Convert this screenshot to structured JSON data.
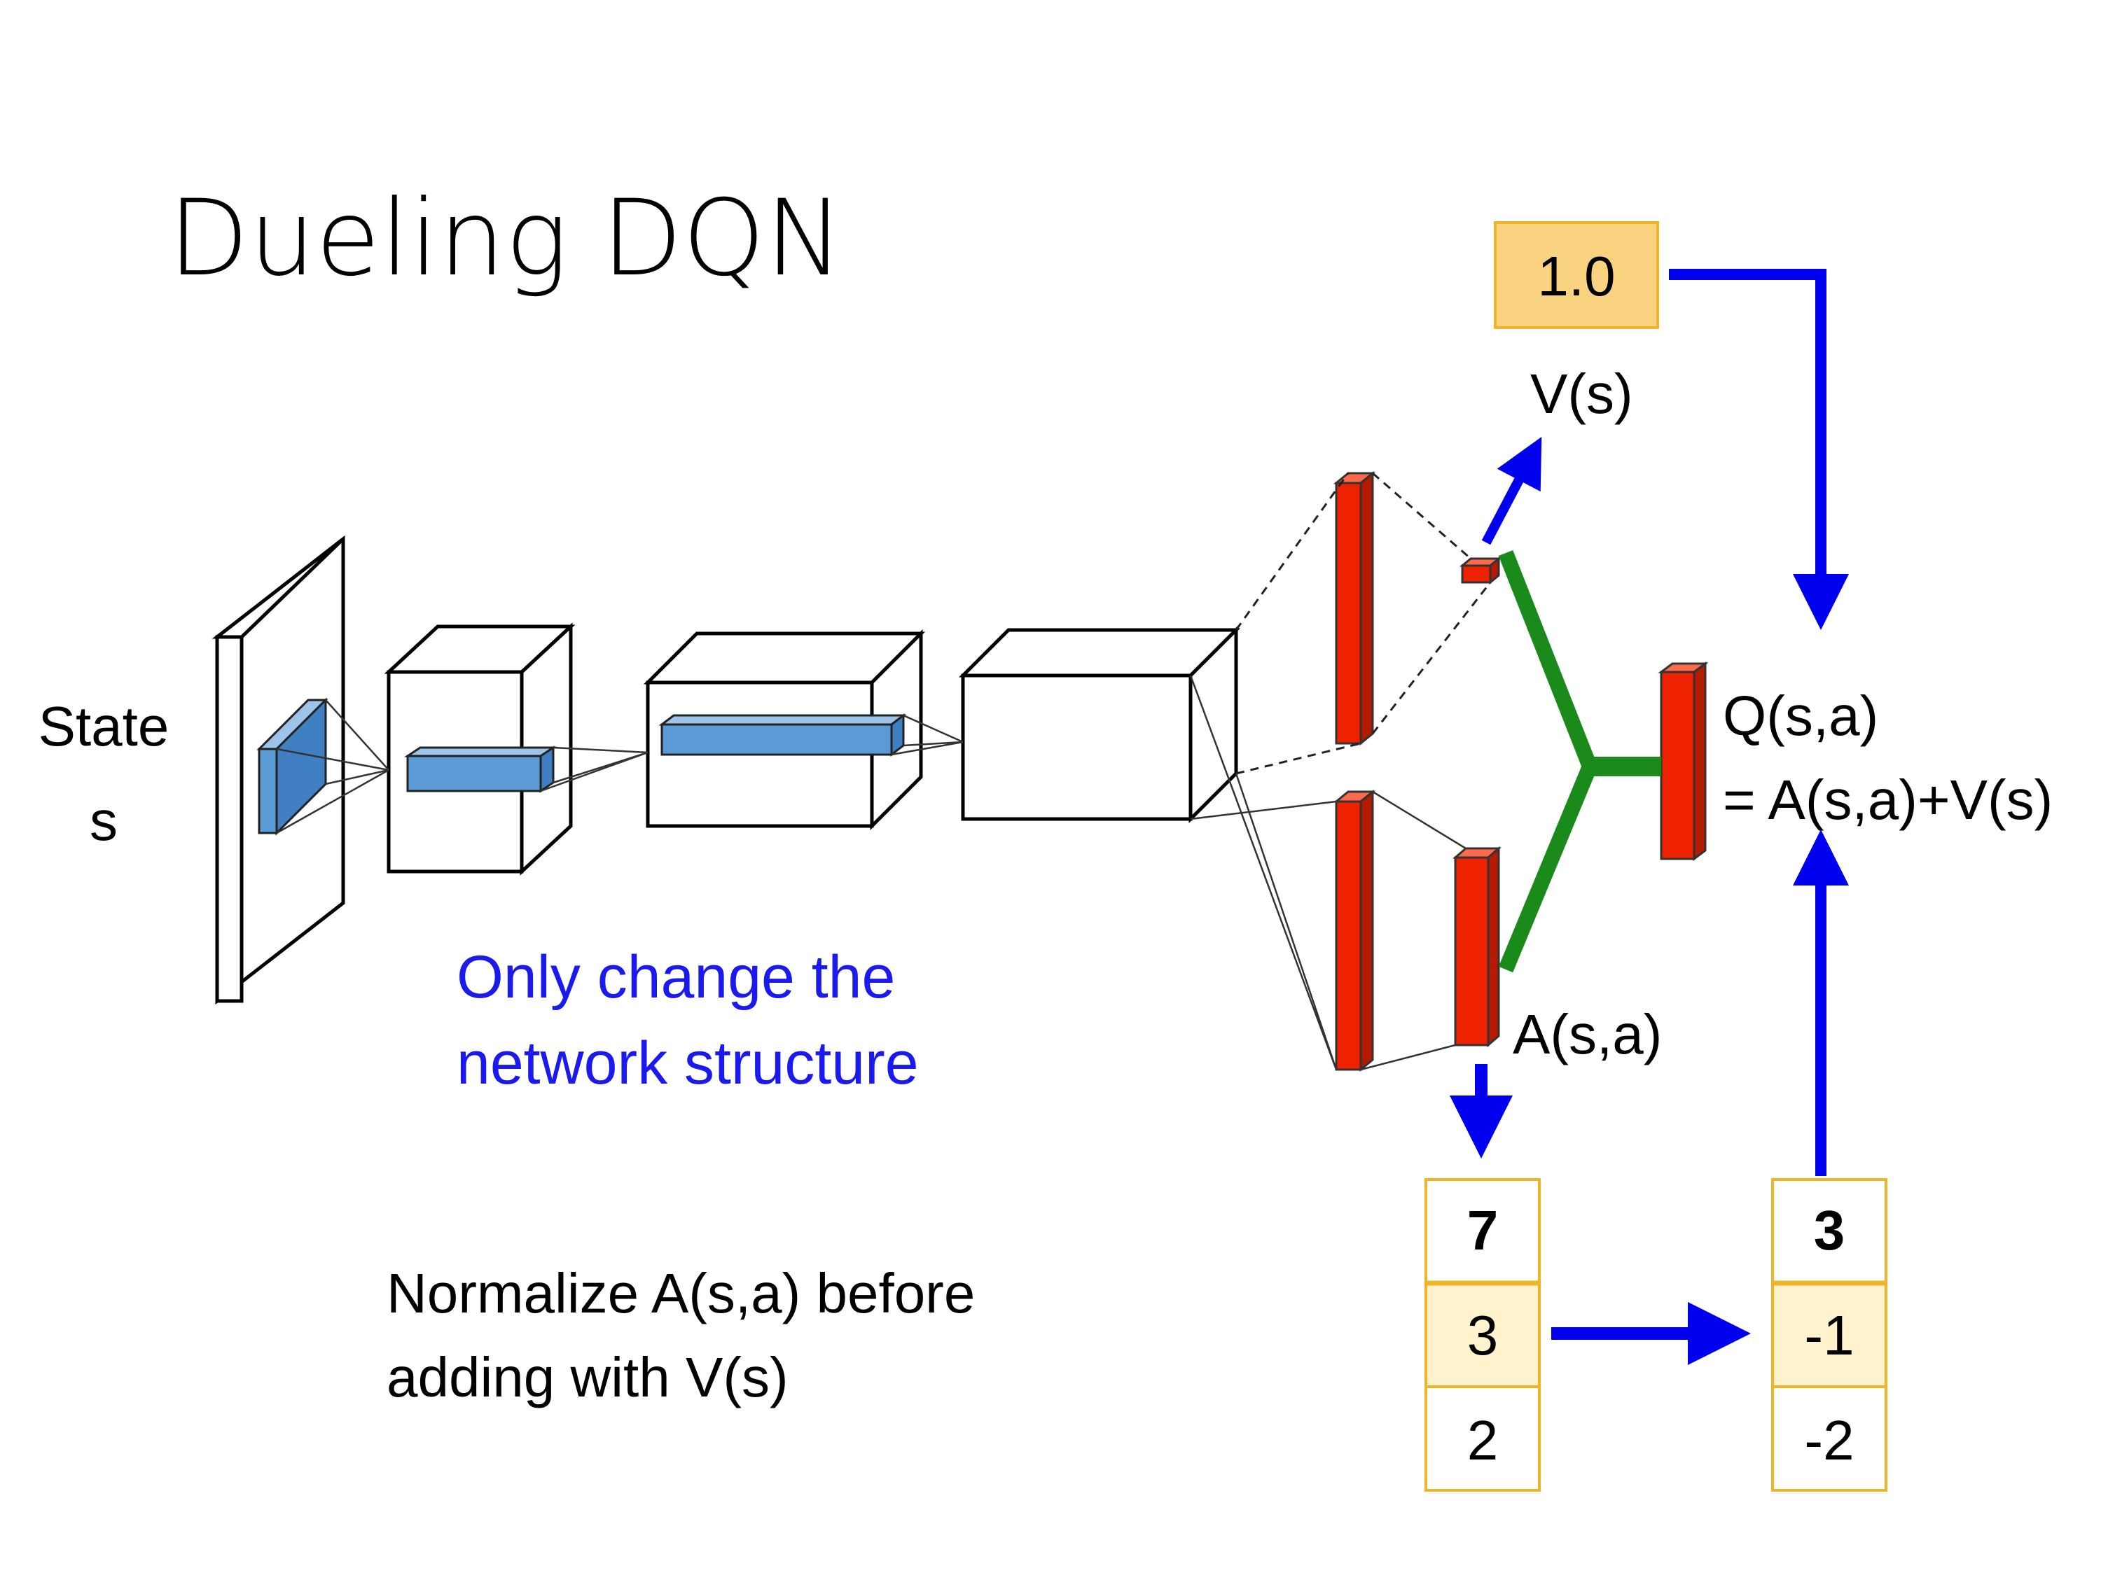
{
  "title": "Dueling DQN",
  "labels": {
    "state_line1": "State",
    "state_line2": "s",
    "v_s": "V(s)",
    "q_line1": "Q(s,a)",
    "q_line2": "= A(s,a)+V(s)",
    "a_sa": "A(s,a)",
    "blue_note_line1": "Only change the",
    "blue_note_line2": "network structure",
    "normalize_line1": "Normalize A(s,a) before",
    "normalize_line2": "adding with V(s)"
  },
  "value_box": "1.0",
  "a_values": [
    "7",
    "3",
    "2"
  ],
  "normalized_values": [
    "3",
    "-1",
    "-2"
  ],
  "colors": {
    "arrow": "#0000ee",
    "merge": "#1a8a1a",
    "layer_red": "#ee2200",
    "conv_blue": "#5b9bd5",
    "box_fill": "#f8d27e",
    "box_border": "#f0b429",
    "cell_highlight": "#fff2cc",
    "blue_text": "#1a1aee"
  }
}
